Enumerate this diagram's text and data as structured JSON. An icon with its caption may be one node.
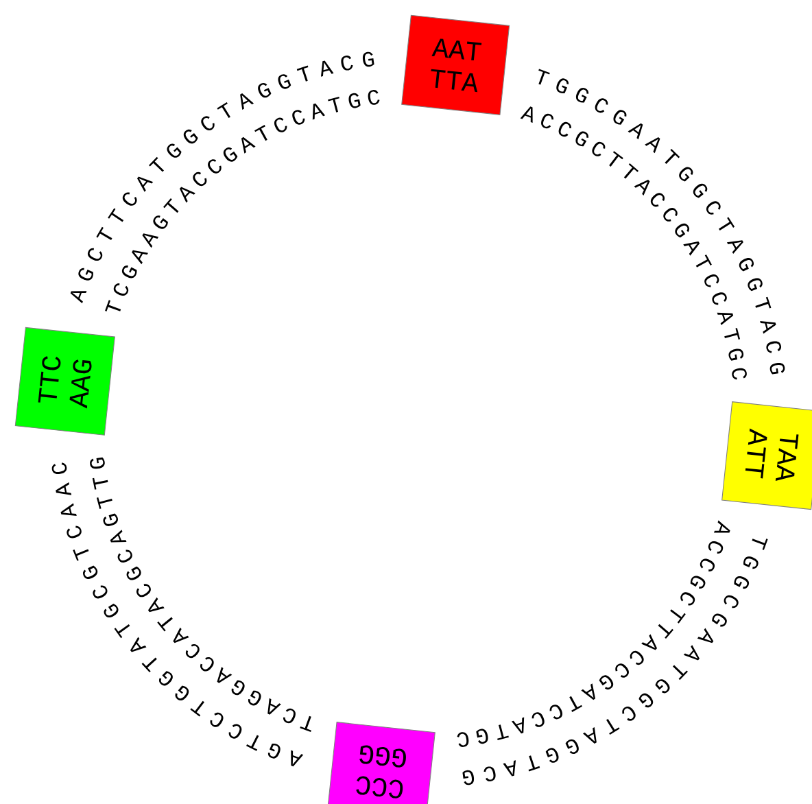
{
  "diagram": {
    "nodes": [
      {
        "text": [
          "AAT",
          "TTA"
        ]
      },
      {
        "text": [
          "TAA",
          "ATT"
        ]
      },
      {
        "text": [
          "CCC",
          "GGG"
        ]
      },
      {
        "text": [
          "TTC",
          "AAG"
        ]
      }
    ],
    "labels": [
      "AGCTTCATGGCTAGGTACG",
      "TCGAAGTACCGATCCATGC",
      "TGGCGAATGGCTAGGTACG",
      "ACCGCTTACCGATCCATGC",
      "AGTCCTGGTATGCGTCAAC",
      "TCAGGACCATACGCAGTTG",
      "TGGCGAATGGCTAGGTACG",
      "ACCGCTTACCGATCCATGC"
    ]
  }
}
